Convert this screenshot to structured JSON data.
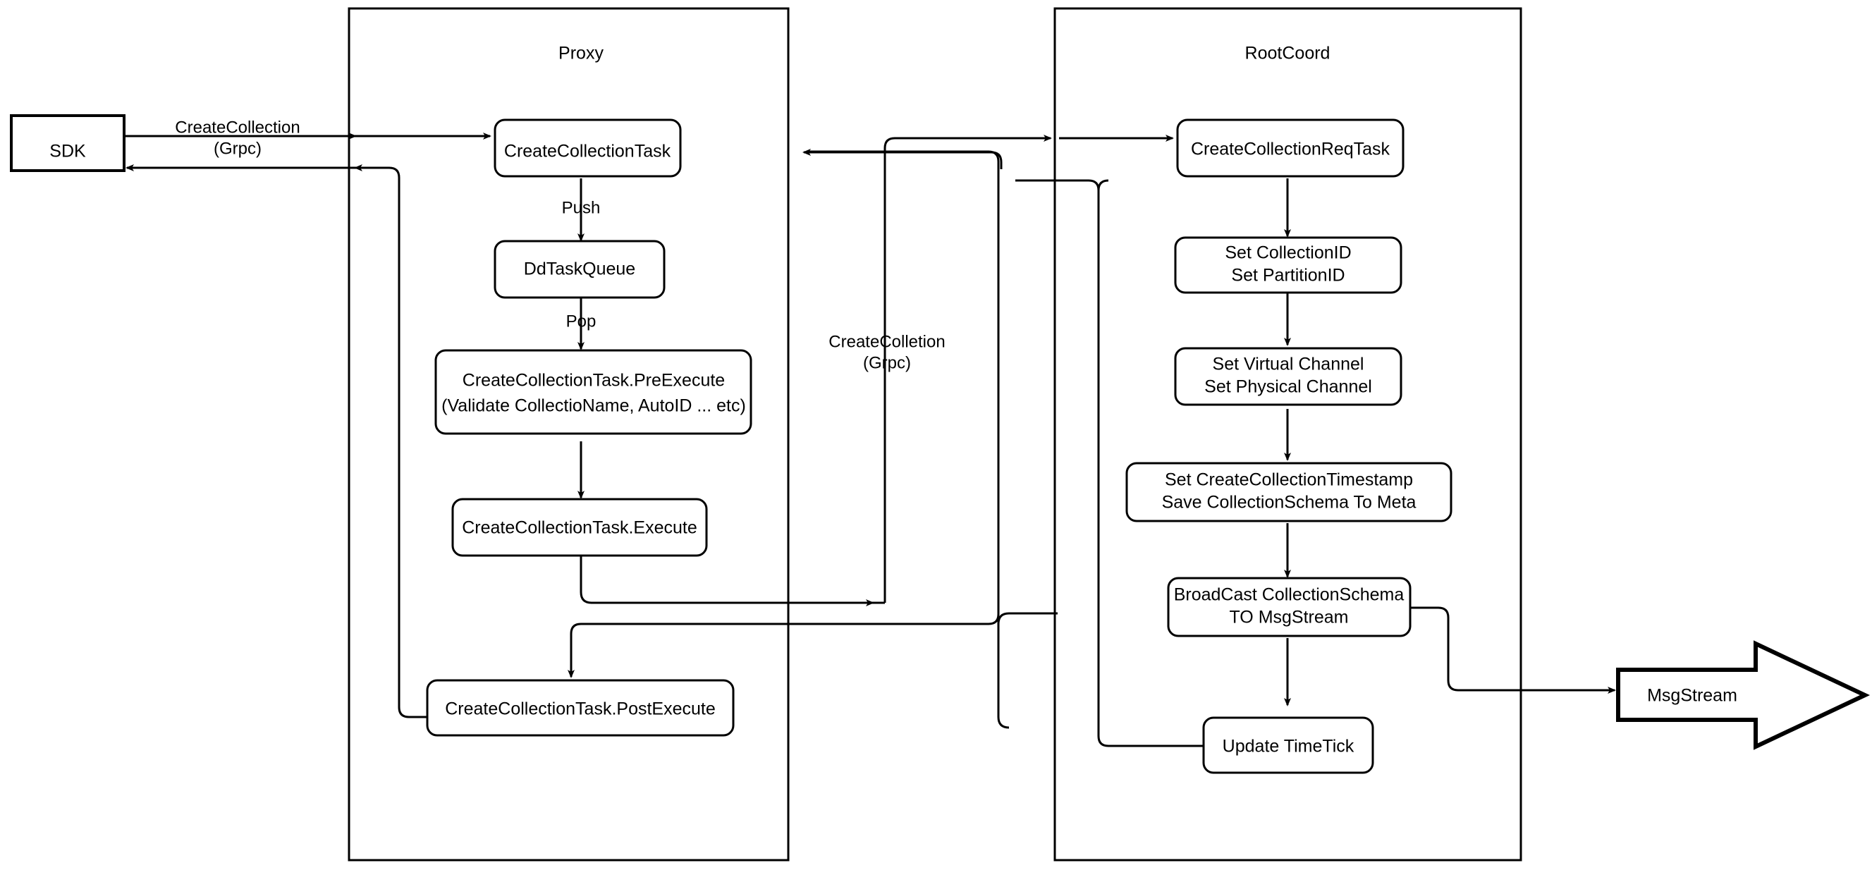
{
  "diagram": {
    "title": "Milvus CreateCollection Flow",
    "background_color": "#ffffff",
    "stroke_color": "#000000"
  },
  "lanes": [
    {
      "id": "proxy",
      "label": "Proxy"
    },
    {
      "id": "rootcoord",
      "label": "RootCoord"
    }
  ],
  "nodes": {
    "sdk": {
      "label": "SDK",
      "shape": "rectangle"
    },
    "create_collection_task": {
      "label": "CreateCollectionTask",
      "shape": "rounded-rectangle"
    },
    "dd_task_queue": {
      "label": "DdTaskQueue",
      "shape": "rounded-rectangle"
    },
    "pre_execute_line1": {
      "label": "CreateCollectionTask.PreExecute"
    },
    "pre_execute_line2": {
      "label": "(Validate CollectioName, AutoID ... etc)"
    },
    "execute": {
      "label": "CreateCollectionTask.Execute",
      "shape": "rounded-rectangle"
    },
    "post_execute": {
      "label": "CreateCollectionTask.PostExecute",
      "shape": "rounded-rectangle"
    },
    "req_task": {
      "label": "CreateCollectionReqTask",
      "shape": "rounded-rectangle"
    },
    "set_ids_line1": {
      "label": "Set CollectionID"
    },
    "set_ids_line2": {
      "label": "Set PartitionID"
    },
    "set_channel_line1": {
      "label": "Set Virtual Channel"
    },
    "set_channel_line2": {
      "label": "Set Physical Channel"
    },
    "set_meta_line1": {
      "label": "Set CreateCollectionTimestamp"
    },
    "set_meta_line2": {
      "label": "Save CollectionSchema To Meta"
    },
    "broadcast_line1": {
      "label": "BroadCast CollectionSchema"
    },
    "broadcast_line2": {
      "label": "TO MsgStream"
    },
    "update_timetick": {
      "label": "Update TimeTick",
      "shape": "rounded-rectangle"
    },
    "msgstream": {
      "label": "MsgStream",
      "shape": "block-arrow"
    }
  },
  "edge_labels": {
    "sdk_to_proxy_line1": "CreateCollection",
    "sdk_to_proxy_line2": "(Grpc)",
    "push": "Push",
    "pop": "Pop",
    "proxy_to_rootcoord_line1": "CreateColletion",
    "proxy_to_rootcoord_line2": "(Grpc)"
  }
}
